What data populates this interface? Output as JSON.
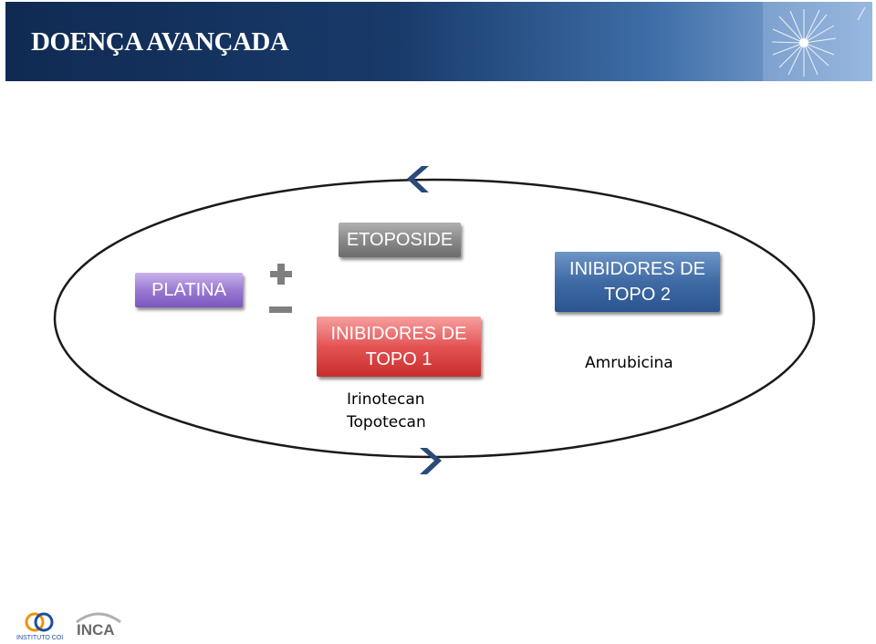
{
  "header": {
    "title": "DOENÇA AVANÇADA"
  },
  "diagram": {
    "platina": "PLATINA",
    "etoposide": "ETOPOSIDE",
    "plus_minus": {
      "plus": "+",
      "minus": "−"
    },
    "topo1": {
      "line1": "INIBIDORES DE",
      "line2": "TOPO 1"
    },
    "topo1_drugs": [
      "Irinotecan",
      "Topotecan"
    ],
    "topo2": {
      "line1": "INIBIDORES DE",
      "line2": "TOPO 2"
    },
    "topo2_drugs": [
      "Amrubicina"
    ]
  },
  "footer": {
    "logo1_text": "INSTITUTO COI",
    "logo2_text": "INCA"
  }
}
